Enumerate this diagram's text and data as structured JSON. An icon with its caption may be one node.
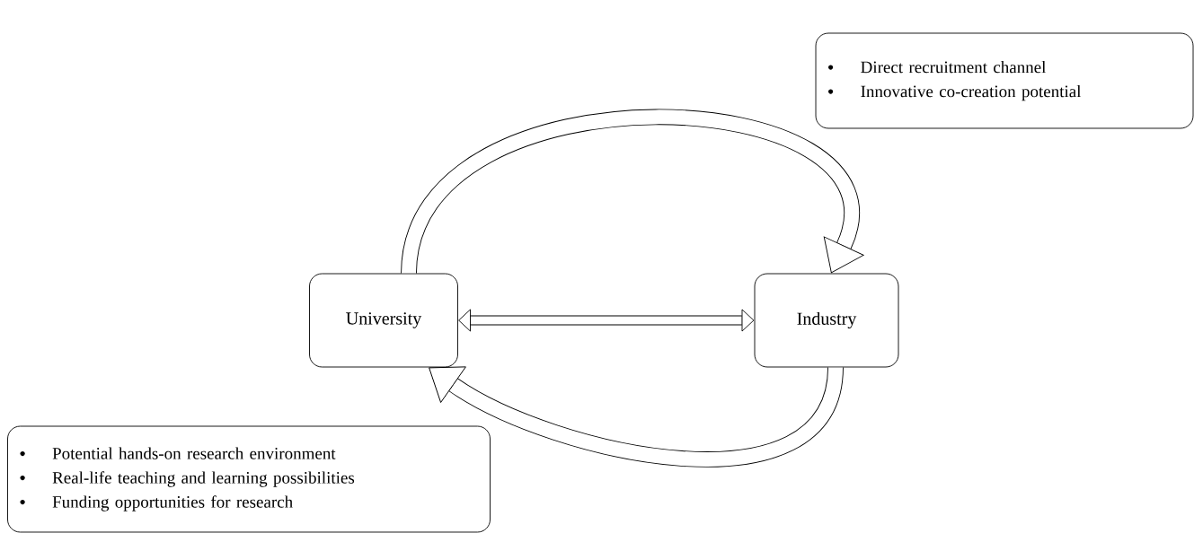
{
  "diagram": {
    "nodes": [
      {
        "text": [
          "University"
        ]
      },
      {
        "text": [
          "Industry"
        ]
      },
      {
        "text": [
          "Direct recruitment channel",
          "Innovative co-creation potential"
        ]
      },
      {
        "text": [
          "Potential hands-on research environment",
          "Real-life teaching and learning possibilities",
          "Funding opportunities for research"
        ]
      }
    ],
    "edges": [
      {
        "from": 0,
        "to": 1,
        "arrow": "both"
      },
      {
        "from": 0,
        "to": 1,
        "arrow": "to"
      },
      {
        "from": 1,
        "to": 0,
        "arrow": "to"
      }
    ]
  }
}
